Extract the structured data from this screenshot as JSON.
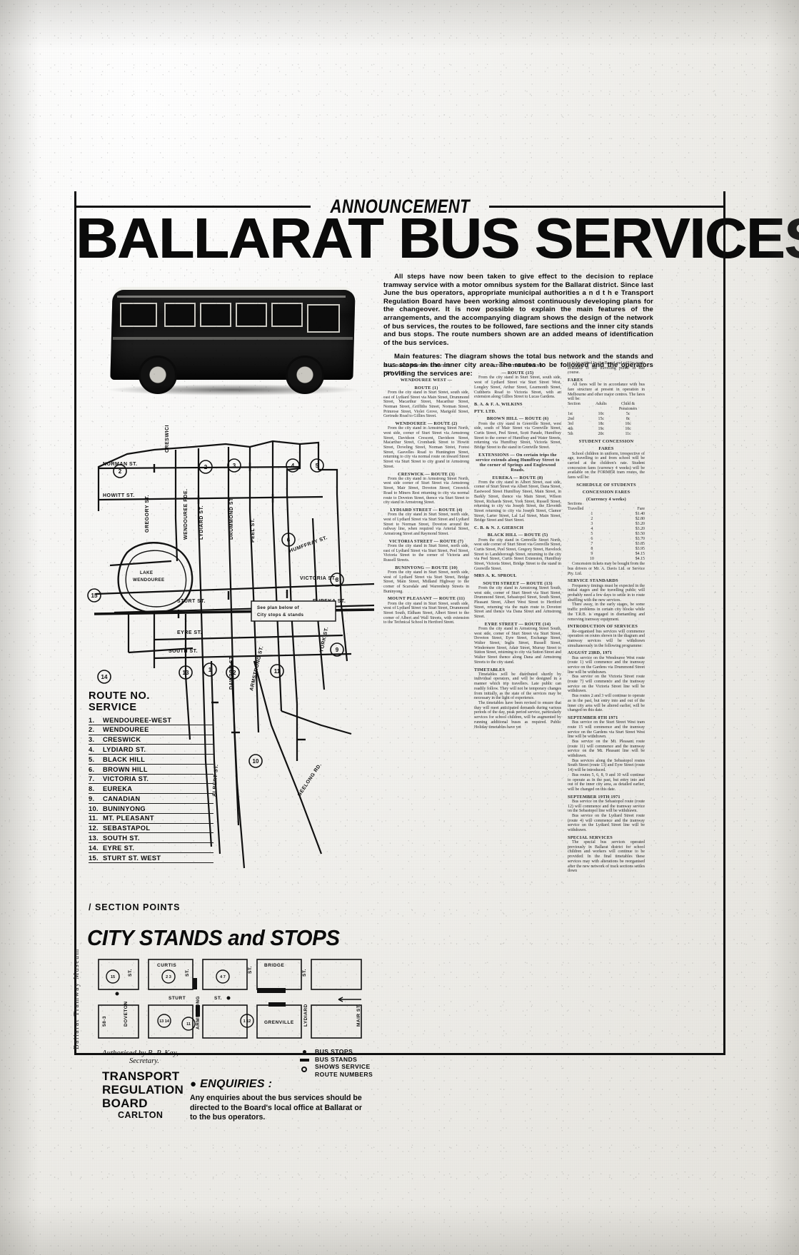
{
  "document": {
    "announcement_label": "ANNOUNCEMENT",
    "title": "BALLARAT BUS SERVICES",
    "museum_credit": "Ballarat Tramway Museum"
  },
  "intro": {
    "paragraph_1": "All steps have now been taken to give effect to the decision to replace tramway service with a motor omnibus system for the Ballarat district. Since last June the bus operators, appropriate municipal authorities a n d t h e Transport Regulation Board have been working almost continuously developing plans for the changeover. It is now possible to explain the main features of the arrangements, and the accompanying diagram shows the design of the network of bus services, the routes to be followed, fare sections and the inner city stands and bus stops. The route numbers shown are an added means of identification of the bus services.",
    "paragraph_2": "Main features:   The diagram shows the total bus network and the stands and bus stops in the inner city area.   The routes to be followed and the operators providing the services are:"
  },
  "route_legend": {
    "title_line_1": "ROUTE NO.",
    "title_line_2": "SERVICE",
    "section_points_label": "/ SECTION POINTS",
    "rows": [
      {
        "no": "1.",
        "service": "WENDOUREE-WEST"
      },
      {
        "no": "2.",
        "service": "WENDOUREE"
      },
      {
        "no": "3.",
        "service": "CRESWICK"
      },
      {
        "no": "4.",
        "service": "LYDIARD ST."
      },
      {
        "no": "5.",
        "service": "BLACK HILL"
      },
      {
        "no": "6.",
        "service": "BROWN HILL"
      },
      {
        "no": "7.",
        "service": "VICTORIA ST."
      },
      {
        "no": "8.",
        "service": "EUREKA"
      },
      {
        "no": "9.",
        "service": "CANADIAN"
      },
      {
        "no": "10.",
        "service": "BUNINYONG"
      },
      {
        "no": "11.",
        "service": "MT. PLEASANT"
      },
      {
        "no": "12.",
        "service": "SEBASTAPOL"
      },
      {
        "no": "13.",
        "service": "SOUTH ST."
      },
      {
        "no": "14.",
        "service": "EYRE ST."
      },
      {
        "no": "15.",
        "service": "STURT ST. WEST"
      }
    ]
  },
  "map": {
    "note_line_1": "See plan below of",
    "note_line_2": "City stops & stands",
    "lake_label_1": "LAKE",
    "lake_label_2": "WENDOUREE",
    "streets": [
      "NORMAN ST.",
      "HOWITT ST.",
      "GREGORY ST.",
      "WENDOUREE PDE.",
      "CRESWICK RD.",
      "DRUMMOND ST.",
      "PEEL ST.",
      "HUMFFRAY ST.",
      "VICTORIA ST.",
      "EUREKA ST.",
      "STURT ST.",
      "EYRE ST.",
      "SOUTH ST.",
      "DAWSON ST.",
      "ARMSTRONG ST.",
      "YORK ST.",
      "ALBERT ST.",
      "GEELONG RD.",
      "LYDIARD ST."
    ],
    "route_markers": [
      "1",
      "2",
      "3",
      "4",
      "5",
      "6",
      "7",
      "8",
      "9",
      "10",
      "11",
      "12",
      "13",
      "14",
      "15"
    ]
  },
  "city_stands": {
    "headline": "CITY STANDS and STOPS",
    "streets": [
      "STURT ST.",
      "CURTIS ST.",
      "BRIDGE ST.",
      "DOVETON ST.",
      "ARMSTRONG ST.",
      "LYDIARD ST.",
      "GRENVILLE ST.",
      "MAIR ST."
    ]
  },
  "symbol_legend": {
    "items": [
      {
        "symbol": "dot",
        "label": "BUS STOPS"
      },
      {
        "symbol": "bar",
        "label": "BUS STANDS"
      },
      {
        "symbol": "circle",
        "label_1": "SHOWS SERVICE",
        "label_2": "ROUTE NUMBERS"
      }
    ]
  },
  "authority": {
    "authorised_line": "Authorised by B. P. Kay,",
    "secretary_line": "Secretary.",
    "org_line_1": "TRANSPORT",
    "org_line_2": "REGULATION",
    "org_line_3": "BOARD",
    "city": "CARLTON"
  },
  "enquiries": {
    "heading": "ENQUIRIES :",
    "body": "Any enquiries about the bus services should be directed to the Board's local office at Ballarat or to the bus operators."
  },
  "columns": {
    "col1": [
      {
        "type": "head_left",
        "text": "H. A. DAVIS MOTOR SERVICE"
      },
      {
        "type": "head_left",
        "text": "PTY. LTD."
      },
      {
        "type": "head",
        "text": "WENDOUREE WEST —"
      },
      {
        "type": "head",
        "text": "ROUTE (1)"
      },
      {
        "type": "para",
        "text": "From the city stand in Sturt Street, south side, east of Lydiard Street via Main Street, Drummond Street, Macarthur Street, Macarthur Street, Norman Street, Griffiths Street, Norman Street, Primrose Street, Violet Grove, Marigold Street, Gertrude Road to Gillies Street."
      },
      {
        "type": "head",
        "text": "WENDOUREE — ROUTE (2)"
      },
      {
        "type": "para",
        "text": "From the city stand in Armstrong Street North, west side, corner of Sturt Street via Armstrong Street, Davidson Crescent, Davidson Street, Macarthur Street, Crombank Street to Howitt Street, Doveling Street, Norman Street, Forest Street, Gasvelles Road to Huntington Street, returning to city via normal route on inward Street Street via Sturt Street to city grand in Armstrong Street."
      },
      {
        "type": "head",
        "text": "CRESWICK — ROUTE (3)"
      },
      {
        "type": "para",
        "text": "From the city stand in Armstrong Street North, west side corner of Sturt Street via Armstrong Street, Mair Street, Doveton Street, Creswick Road to Miners Rest returning to city via normal route to Doveton Street, thence via Sturt Street to city stand in Armstrong Street."
      },
      {
        "type": "head",
        "text": "LYDIARD STREET — ROUTE (4)"
      },
      {
        "type": "para",
        "text": "From the city stand in Sturt Street, north side, west of Lydiard Street via Sturt Street and Lydiard Street to Norman Street, Doveton around the railway line, when required via Arterial Street, Armstrong Street and Raymond Street."
      },
      {
        "type": "head",
        "text": "VICTORIA STREET — ROUTE (7)"
      },
      {
        "type": "para",
        "text": "From the city stand in Sturt Street, north side, east of Lydiard Street via Sturt Street, Peel Street, Victoria Street to the corner of Victoria and Russell Streets."
      },
      {
        "type": "head",
        "text": "BUNINYONG — ROUTE (10)"
      },
      {
        "type": "para",
        "text": "From the city stand in Sturt Street, north side, west of Lydiard Street via Sturt Street, Bridge Street, Main Street, Midland Highway to the corner of Scarsdale and Warrenheip Streets in Buninyong."
      },
      {
        "type": "head",
        "text": "MOUNT PLEASANT — ROUTE (11)"
      },
      {
        "type": "para",
        "text": "From the city stand in Sturt Street, south side, west of Lydiard Street via Sturt Street, Drummond Street South, Eldham Street, Albert Street to the corner of Albert and Wall Streets, with extension to the Technical School in Hertford Street."
      }
    ],
    "col2": [
      {
        "type": "head",
        "text": "STURT STREET WEST"
      },
      {
        "type": "head",
        "text": "— ROUTE (15)"
      },
      {
        "type": "para",
        "text": "From the city stand in Sturt Street, south side, west of Lydiard Street via Sturt Street West, Longley Street, Arthur Street, Learmonth Street, Cuthberts Road to Victoria Street, with an extension along Gillies Street to Lucas Gardens."
      },
      {
        "type": "head_left",
        "text": "B. A. & F. A. WILKINS"
      },
      {
        "type": "head_left",
        "text": "PTY. LTD."
      },
      {
        "type": "head",
        "text": "BROWN HILL — ROUTE (6)"
      },
      {
        "type": "para",
        "text": "From the city stand in Grenville Street, west side, south of Mair Street via Grenville Street, Curtis Street, Peel Street, Scott Parade, Humffray Street to the corner of Humffray and Water Streets, returning via Humffray Street, Victoria Street, Bridge Street to the stand in Grenville Street."
      },
      {
        "type": "head",
        "text": "EXTENSIONS — On certain trips the service extends along Humffray Street to the corner of Springs and Englewood Roads."
      },
      {
        "type": "head",
        "text": "EUREKA — ROUTE (8)"
      },
      {
        "type": "para",
        "text": "From the city stand in Albert Street, east side, corner of Sturt Street via Albert Street, Dana Street, Eastwood Street Humffray Street, Main Street, in Barkly Street, thence via Main Street, Wilson Street, Richards Street, York Street, Russell Street, returning to city via Joseph Street, the Eleventh Street returning to city via Joseph Street, Clamor Street, Larter Street, Lal Lal Street, Main Street, Bridge Street and Sturt Street."
      },
      {
        "type": "head_left",
        "text": "C. B. & N. J. GIERSCH"
      },
      {
        "type": "head",
        "text": "BLACK HILL — ROUTE (5)"
      },
      {
        "type": "para",
        "text": "From the city stand in Grenville Street North, west side corner of Sturt Street via Grenville Street, Curtis Street, Peel Street, Gregory Street, Havelock Street to Landsborough Street, returning to the city via Peel Street, Curtis Street Extension, Humffray Street, Victoria Street, Bridge Street to the stand in Grenville Street."
      },
      {
        "type": "head_left",
        "text": "MRS A. K. SPROUL"
      },
      {
        "type": "head",
        "text": "SOUTH STREET — ROUTE (13)"
      },
      {
        "type": "para",
        "text": "From the city stand in Armstrong Street South, west side, corner of Sturt Street via Sturt Street, Drummond Street, Sebastopol Street, South Street, Pleasant Street, Albert West Street to Hertford Street, returning via the main route to Doveton Street and thence via Dana Street and Armstrong Street."
      },
      {
        "type": "head",
        "text": "EYRE STREET — ROUTE (14)"
      },
      {
        "type": "para",
        "text": "From the city stand in Armstrong Street South, west side, corner of Sturt Street via Sturt Street, Doveton Street, Eyre Street, Exchange Street, Walter Street, Inglis Street, Russell Street, Windermere Street, Adair Street, Murray Street to Sutton Street, returning to city via Sutton Street and Walter Street thence along Dana and Armstrong Streets to the city stand."
      },
      {
        "type": "head_left",
        "text": "TIMETABLES"
      },
      {
        "type": "para",
        "text": "Timetables will be distributed shortly by individual operators, and will be designed in a manner which trip travellers. Late public can readily follow. They will not be temporary changes from initially, as the state of the services may be necessary in the light of experience."
      },
      {
        "type": "para",
        "text": "The timetables have been revised to ensure that they will meet anticipated demands during various periods of the day, peak period service, particularly services for school children, will be augmented by running additional buses as required. Public Holiday timetables have yet"
      }
    ],
    "col3": [
      {
        "type": "para",
        "text": "to be settled by the Board and will be made available to the travelling public in due course."
      },
      {
        "type": "head_left",
        "text": "FARES"
      },
      {
        "type": "para",
        "text": "All fares will be in accordance with bus fare structure at present in operation in Melbourne and other major centres.  The fares will be:"
      },
      {
        "type": "fare_table",
        "columns": [
          "Section",
          "Adults",
          "Child &",
          "Pensioners"
        ],
        "rows": [
          {
            "section": "1st",
            "adult": "10c",
            "child": "5c"
          },
          {
            "section": "2nd",
            "adult": "15c",
            "child": "8c"
          },
          {
            "section": "3rd",
            "adult": "18c",
            "child": "10c"
          },
          {
            "section": "4th",
            "adult": "19c",
            "child": "10c"
          },
          {
            "section": "5th",
            "adult": "20c",
            "child": "11c"
          }
        ]
      },
      {
        "type": "head",
        "text": "STUDENT CONCESSION"
      },
      {
        "type": "head",
        "text": "FARES"
      },
      {
        "type": "para",
        "text": "School children in uniform, irrespective of age, travelling to and from school will be carried at the children's rate. Student concession fares (currency 4 weeks) will be available on the FORMER tram routes, the fares will be:"
      },
      {
        "type": "head",
        "text": "SCHEDULE OF STUDENTS"
      },
      {
        "type": "head",
        "text": "CONCESSION FARES"
      },
      {
        "type": "head",
        "text": "(Currency    4 weeks)"
      },
      {
        "type": "student_table",
        "col_head_1": "Sections",
        "col_head_2": "Travelled",
        "col_head_3": "Fare",
        "rows": [
          {
            "sections": "1",
            "fare": "$1.40"
          },
          {
            "sections": "2",
            "fare": "$2.80"
          },
          {
            "sections": "3",
            "fare": "$3.20"
          },
          {
            "sections": "4",
            "fare": "$3.20"
          },
          {
            "sections": "5",
            "fare": "$3.50"
          },
          {
            "sections": "6",
            "fare": "$3.70"
          },
          {
            "sections": "7",
            "fare": "$3.85"
          },
          {
            "sections": "8",
            "fare": "$3.95"
          },
          {
            "sections": "9",
            "fare": "$4.15"
          },
          {
            "sections": "10",
            "fare": "$4.15"
          }
        ]
      },
      {
        "type": "para",
        "text": "Concession tickets may be bought from the bus drivers or Mr. A. Davis Ltd. or Service Pty. Ltd."
      },
      {
        "type": "head_left",
        "text": "SERVICE STANDARDS"
      },
      {
        "type": "para",
        "text": "Frequency timings must be expected in the initial stages and the travelling public will probably need a few days to settle in to route shuffling with the new services."
      },
      {
        "type": "para",
        "text": "There away, in the early stages, be some traffic problems in certain city blocks while the T.R.B. is engaged in dismantling and removing tramway equipment."
      },
      {
        "type": "head_left",
        "text": "INTRODUCTION OF SERVICES"
      },
      {
        "type": "para",
        "text": "Re-organised bus services will commence operation on routes shown in the diagram and tramway services will be withdrawn simultaneously in the following programme:"
      },
      {
        "type": "head_left",
        "text": "AUGUST 23RD, 1971"
      },
      {
        "type": "para",
        "text": "Bus service on the Wendouree West route (route 1) will commence and the tramway service on the Gardens via Drummond Street line will be withdrawn."
      },
      {
        "type": "para",
        "text": "Bus service on the Victoria Street route (route 7) will commence and the tramway service on the Victoria Street line will be withdrawn."
      },
      {
        "type": "para",
        "text": "Bus routes 2 and 3 will continue to operate as in the past, but entry into and out of the inner city area will be altered earlier, will be changed on this date."
      },
      {
        "type": "head_left",
        "text": "SEPTEMBER 8TH 1971"
      },
      {
        "type": "para",
        "text": "Bus service on the Sturt Street West tram route 15 will commence and the tramway service on the Gardens via Sturt Street West line will be withdrawn."
      },
      {
        "type": "para",
        "text": "Bus service on the Mt. Pleasant route (route 11) will commence and the tramway service on the Mt. Pleasant line will be withdrawn."
      },
      {
        "type": "para",
        "text": "Bus services along the Sebastopol routes South Street (route 13) and Eyre Street (route 14) will be introduced."
      },
      {
        "type": "para",
        "text": "Bus routes 5, 6, 8, 9 and 10 will continue to operate as in the past, but entry into and out of the inner city area, as detailed earlier, will be changed on this date."
      },
      {
        "type": "head_left",
        "text": "SEPTEMBER 19TH 1971"
      },
      {
        "type": "para",
        "text": "Bus service on the Sebastopol route (route 12) will commence and the tramway service on the Sebastopol line will be withdrawn."
      },
      {
        "type": "para",
        "text": "Bus service on the Lydiard Street route (route 4) will commence and the tramway service on the Lydiard Street line will be withdrawn."
      },
      {
        "type": "head_left",
        "text": "SPECIAL SERVICES"
      },
      {
        "type": "para",
        "text": "The special bus services operated previously in Ballarat district for school children and workers will continue to be provided.  In the final timetables these services may with alterations be reorganised after the new network of track sections settles down"
      }
    ]
  }
}
